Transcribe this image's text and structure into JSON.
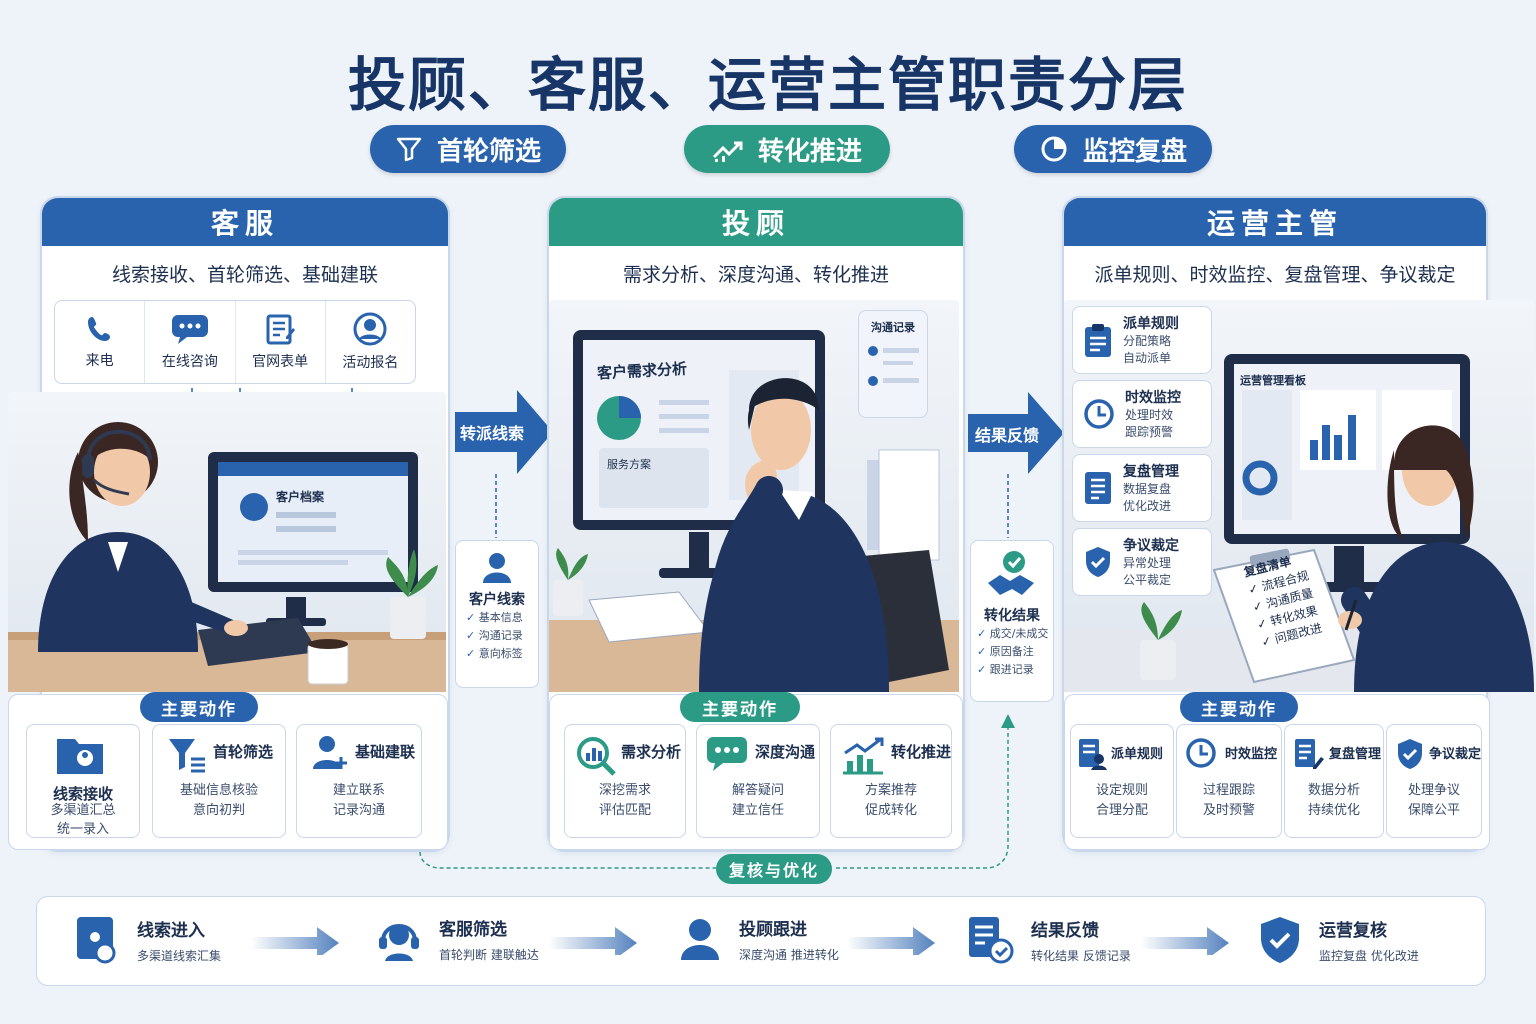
{
  "title": "投顾、客服、运营主管职责分层",
  "pills": [
    {
      "label": "首轮筛选",
      "icon": "funnel-icon"
    },
    {
      "label": "转化推进",
      "icon": "trend-up-icon"
    },
    {
      "label": "监控复盘",
      "icon": "pie-chart-icon"
    }
  ],
  "panels": {
    "kefu": {
      "title": "客服",
      "subtitle": "线索接收、首轮筛选、基础建联",
      "channels": [
        "来电",
        "在线咨询",
        "官网表单",
        "活动报名"
      ],
      "screen_label": "客户档案",
      "actions_label": "主要动作",
      "actions": [
        {
          "title": "线索接收",
          "desc": [
            "多渠道汇总",
            "统一录入"
          ]
        },
        {
          "title": "首轮筛选",
          "desc": [
            "基础信息核验",
            "意向初判"
          ]
        },
        {
          "title": "基础建联",
          "desc": [
            "建立联系",
            "记录沟通"
          ]
        }
      ]
    },
    "tougu": {
      "title": "投顾",
      "subtitle": "需求分析、深度沟通、转化推进",
      "screen_title": "客户需求分析",
      "screen_section": "服务方案",
      "bubble_label": "沟通记录",
      "actions_label": "主要动作",
      "actions": [
        {
          "title": "需求分析",
          "desc": [
            "深挖需求",
            "评估匹配"
          ]
        },
        {
          "title": "深度沟通",
          "desc": [
            "解答疑问",
            "建立信任"
          ]
        },
        {
          "title": "转化推进",
          "desc": [
            "方案推荐",
            "促成转化"
          ]
        }
      ]
    },
    "yunying": {
      "title": "运营主管",
      "subtitle": "派单规则、时效监控、复盘管理、争议裁定",
      "screen_label": "运营管理看板",
      "rules": [
        {
          "title": "派单规则",
          "desc": [
            "分配策略",
            "自动派单"
          ]
        },
        {
          "title": "时效监控",
          "desc": [
            "处理时效",
            "跟踪预警"
          ]
        },
        {
          "title": "复盘管理",
          "desc": [
            "数据复盘",
            "优化改进"
          ]
        },
        {
          "title": "争议裁定",
          "desc": [
            "异常处理",
            "公平裁定"
          ]
        }
      ],
      "checklist_title": "复盘清单",
      "checklist": [
        "流程合规",
        "沟通质量",
        "转化效果",
        "问题改进"
      ],
      "actions_label": "主要动作",
      "actions": [
        {
          "title": "派单规则",
          "desc": [
            "设定规则",
            "合理分配"
          ]
        },
        {
          "title": "时效监控",
          "desc": [
            "过程跟踪",
            "及时预警"
          ]
        },
        {
          "title": "复盘管理",
          "desc": [
            "数据分析",
            "持续优化"
          ]
        },
        {
          "title": "争议裁定",
          "desc": [
            "处理争议",
            "保障公平"
          ]
        }
      ]
    }
  },
  "transfer_arrows": [
    "转派线索",
    "结果反馈"
  ],
  "lead_card": {
    "title": "客户线索",
    "items": [
      "基本信息",
      "沟通记录",
      "意向标签"
    ]
  },
  "result_card": {
    "title": "转化结果",
    "items": [
      "成交/未成交",
      "原因备注",
      "跟进记录"
    ]
  },
  "review_loop_label": "复核与优化",
  "flow": [
    {
      "title": "线索进入",
      "desc": "多渠道线索汇集"
    },
    {
      "title": "客服筛选",
      "desc": "首轮判断  建联触达"
    },
    {
      "title": "投顾跟进",
      "desc": "深度沟通  推进转化"
    },
    {
      "title": "结果反馈",
      "desc": "转化结果  反馈记录"
    },
    {
      "title": "运营复核",
      "desc": "监控复盘  优化改进"
    }
  ],
  "colors": {
    "blue": "#2a63ad",
    "teal": "#2c9b86",
    "navy": "#173567"
  }
}
